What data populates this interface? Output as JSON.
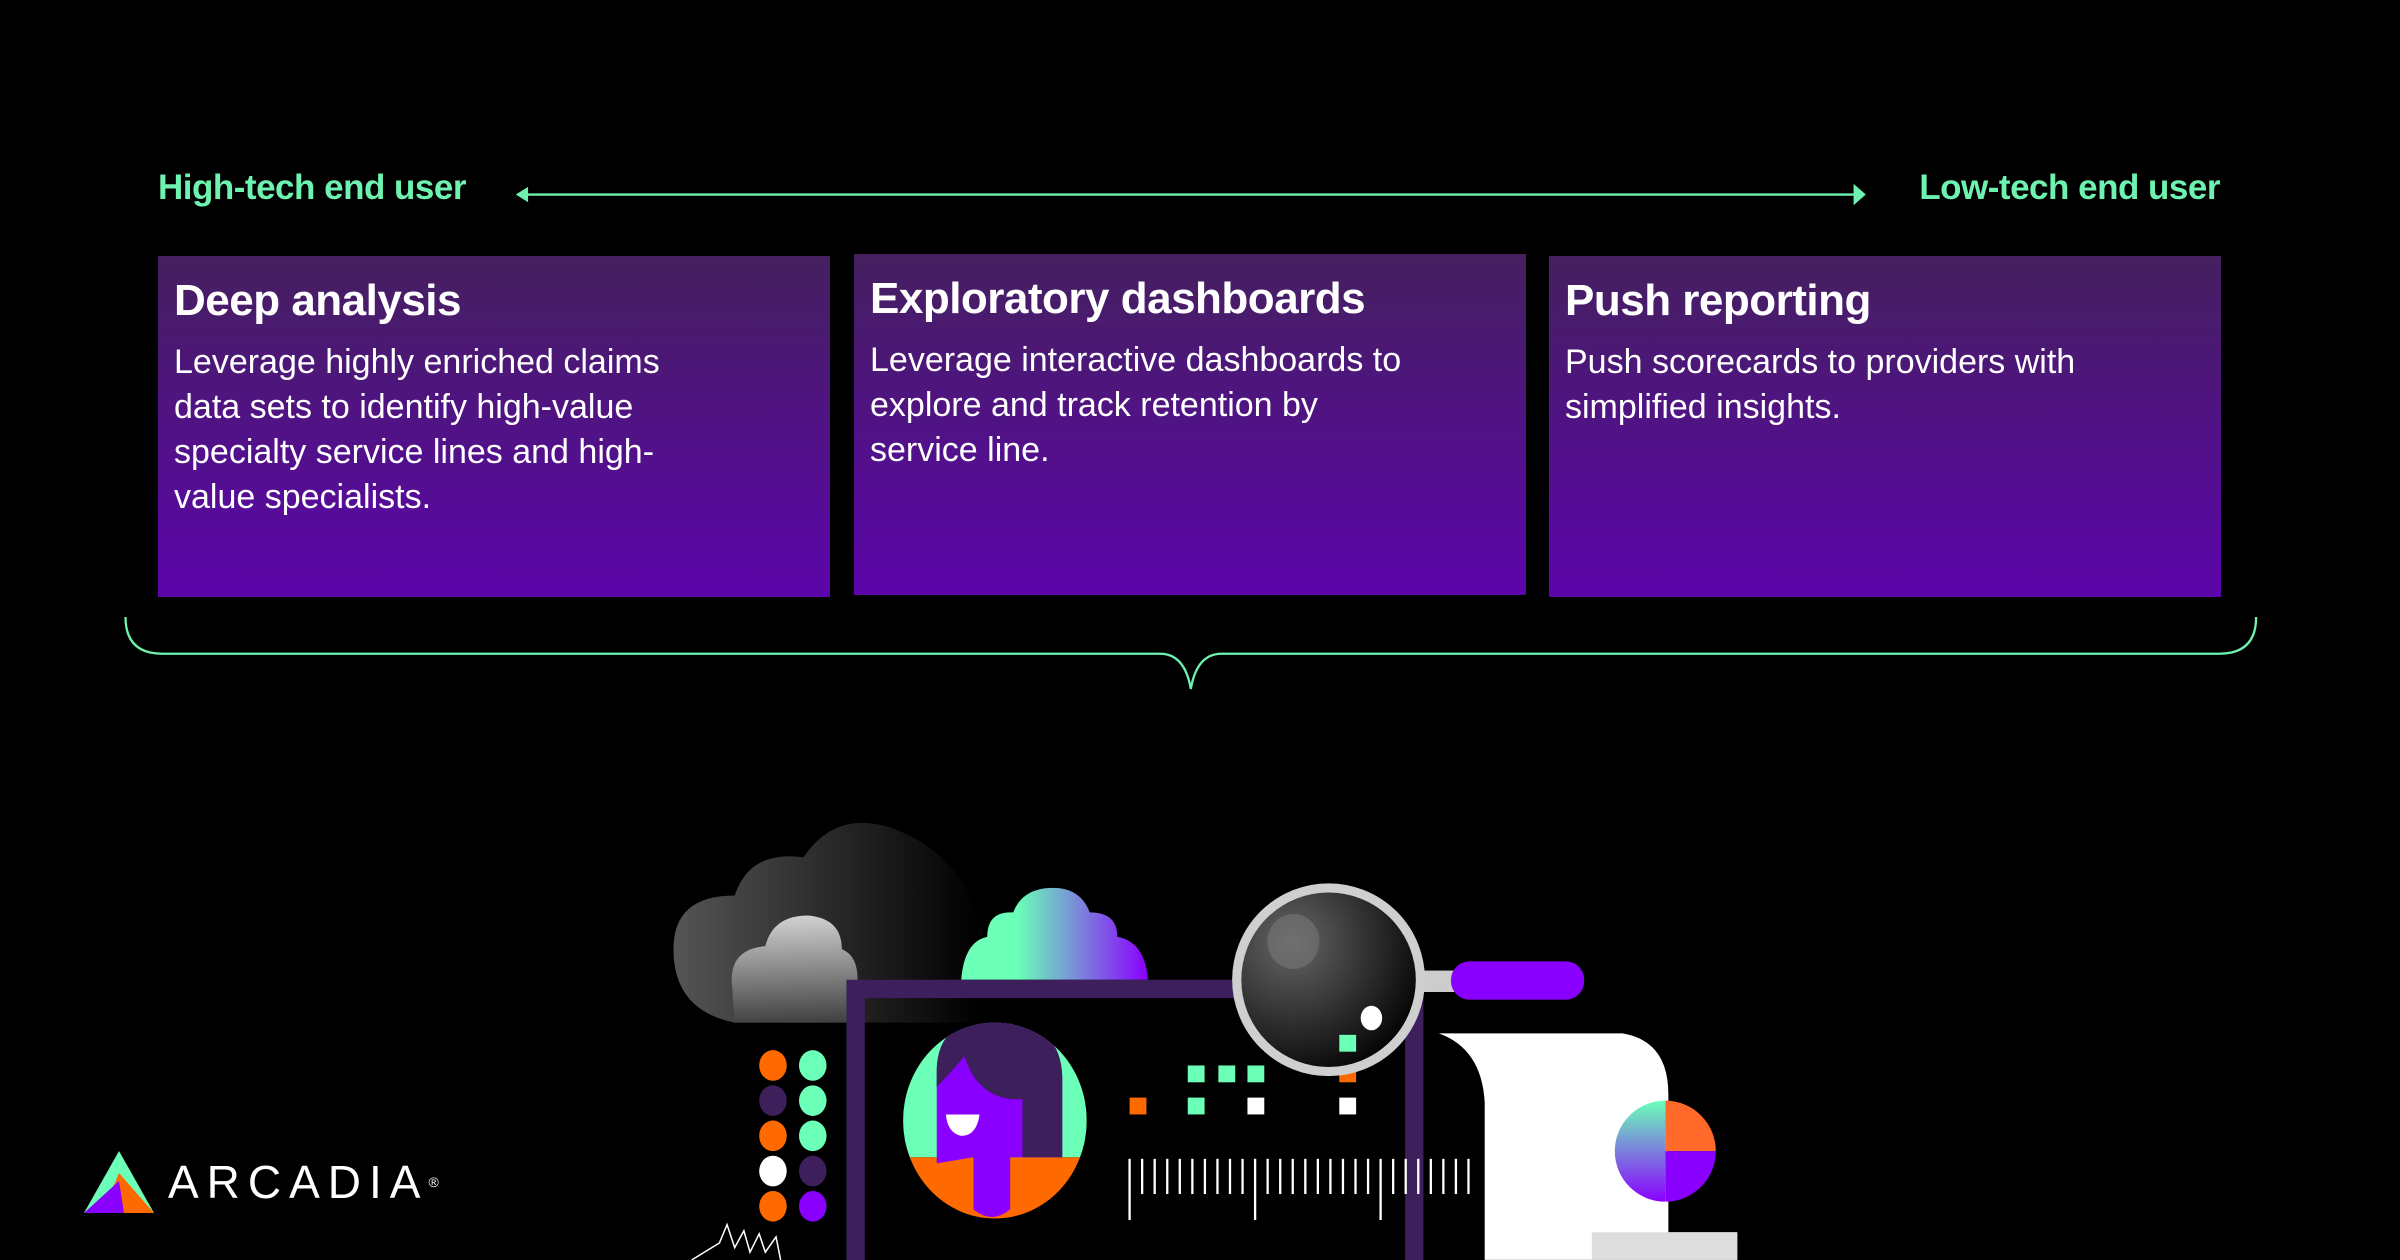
{
  "scale": {
    "left_label": "High-tech end user",
    "right_label": "Low-tech end user"
  },
  "cards": [
    {
      "title": "Deep analysis",
      "body": "Leverage highly enriched claims data sets to identify high-value specialty service lines and high-value specialists."
    },
    {
      "title": "Exploratory dashboards",
      "body": "Leverage interactive dashboards to explore and track retention by service line."
    },
    {
      "title": "Push reporting",
      "body": "Push scorecards to providers with simplified insights."
    }
  ],
  "logo": {
    "text": "ARCADIA",
    "mark": "®"
  },
  "colors": {
    "accent_green": "#6ef2b0",
    "card_top": "#45205f",
    "card_bottom": "#5c05ab",
    "orange": "#ff6a00",
    "purple": "#8a00ff"
  }
}
